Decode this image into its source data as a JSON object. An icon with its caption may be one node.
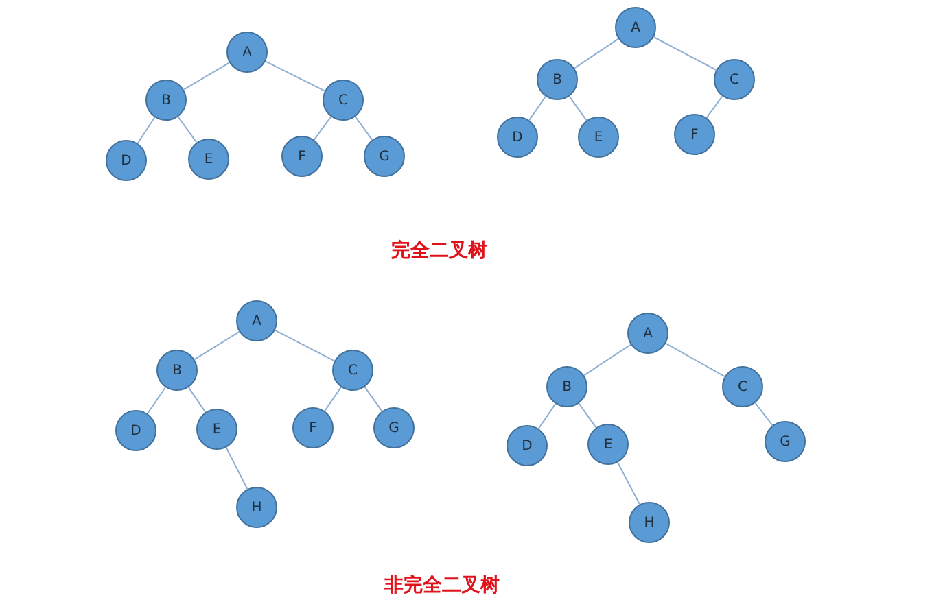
{
  "diagram": {
    "nodes": [
      {
        "text": [
          "A"
        ]
      },
      {
        "text": [
          "B"
        ]
      },
      {
        "text": [
          "C"
        ]
      },
      {
        "text": [
          "D"
        ]
      },
      {
        "text": [
          "E"
        ]
      },
      {
        "text": [
          "F"
        ]
      },
      {
        "text": [
          "G"
        ]
      },
      {
        "text": [
          "A"
        ]
      },
      {
        "text": [
          "B"
        ]
      },
      {
        "text": [
          "C"
        ]
      },
      {
        "text": [
          "D"
        ]
      },
      {
        "text": [
          "E"
        ]
      },
      {
        "text": [
          "F"
        ]
      },
      {
        "text": [
          "A"
        ]
      },
      {
        "text": [
          "B"
        ]
      },
      {
        "text": [
          "C"
        ]
      },
      {
        "text": [
          "D"
        ]
      },
      {
        "text": [
          "E"
        ]
      },
      {
        "text": [
          "F"
        ]
      },
      {
        "text": [
          "G"
        ]
      },
      {
        "text": [
          "H"
        ]
      },
      {
        "text": [
          "A"
        ]
      },
      {
        "text": [
          "B"
        ]
      },
      {
        "text": [
          "C"
        ]
      },
      {
        "text": [
          "D"
        ]
      },
      {
        "text": [
          "E"
        ]
      },
      {
        "text": [
          "G"
        ]
      },
      {
        "text": [
          "H"
        ]
      }
    ],
    "edges": [
      {
        "from": 0,
        "to": 1,
        "arrow": "none"
      },
      {
        "from": 0,
        "to": 2,
        "arrow": "none"
      },
      {
        "from": 1,
        "to": 3,
        "arrow": "none"
      },
      {
        "from": 1,
        "to": 4,
        "arrow": "none"
      },
      {
        "from": 2,
        "to": 5,
        "arrow": "none"
      },
      {
        "from": 2,
        "to": 6,
        "arrow": "none"
      },
      {
        "from": 7,
        "to": 8,
        "arrow": "none"
      },
      {
        "from": 7,
        "to": 9,
        "arrow": "none"
      },
      {
        "from": 8,
        "to": 10,
        "arrow": "none"
      },
      {
        "from": 8,
        "to": 11,
        "arrow": "none"
      },
      {
        "from": 9,
        "to": 12,
        "arrow": "none"
      },
      {
        "from": 13,
        "to": 14,
        "arrow": "none"
      },
      {
        "from": 13,
        "to": 15,
        "arrow": "none"
      },
      {
        "from": 14,
        "to": 16,
        "arrow": "none"
      },
      {
        "from": 14,
        "to": 17,
        "arrow": "none"
      },
      {
        "from": 15,
        "to": 18,
        "arrow": "none"
      },
      {
        "from": 15,
        "to": 19,
        "arrow": "none"
      },
      {
        "from": 17,
        "to": 20,
        "arrow": "none"
      },
      {
        "from": 21,
        "to": 22,
        "arrow": "none"
      },
      {
        "from": 21,
        "to": 23,
        "arrow": "none"
      },
      {
        "from": 22,
        "to": 24,
        "arrow": "none"
      },
      {
        "from": 22,
        "to": 25,
        "arrow": "none"
      },
      {
        "from": 23,
        "to": 26,
        "arrow": "none"
      },
      {
        "from": 25,
        "to": 27,
        "arrow": "none"
      }
    ],
    "labels": [
      "完全二叉树",
      "非完全二叉树"
    ]
  }
}
